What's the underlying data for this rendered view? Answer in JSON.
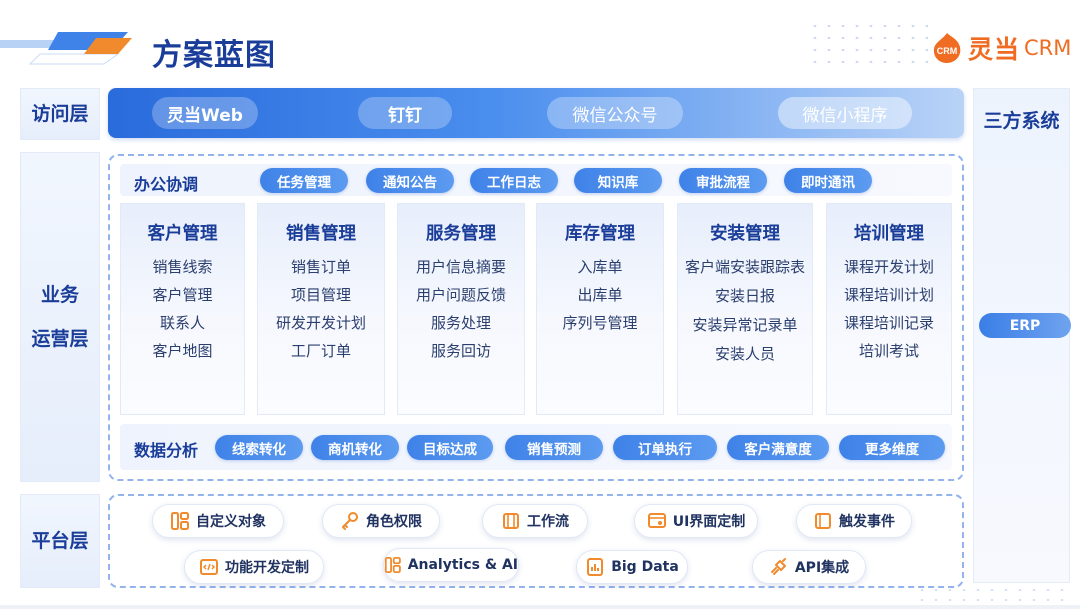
{
  "header": {
    "title": "方案蓝图",
    "logo_text": "灵当",
    "logo_suffix": "CRM",
    "logo_badge": "CRM"
  },
  "layers": {
    "access": "访问层",
    "business_line1": "业务",
    "business_line2": "运营层",
    "platform": "平台层"
  },
  "access": [
    "灵当Web",
    "钉钉",
    "微信公众号",
    "微信小程序"
  ],
  "third_party": {
    "title": "三方系统",
    "items": [
      "ERP"
    ]
  },
  "office": {
    "label": "办公协调",
    "tags": [
      "任务管理",
      "通知公告",
      "工作日志",
      "知识库",
      "审批流程",
      "即时通讯"
    ]
  },
  "modules": [
    {
      "title": "客户管理",
      "items": [
        "销售线索",
        "客户管理",
        "联系人",
        "客户地图"
      ]
    },
    {
      "title": "销售管理",
      "items": [
        "销售订单",
        "项目管理",
        "研发开发计划",
        "工厂订单"
      ]
    },
    {
      "title": "服务管理",
      "items": [
        "用户信息摘要",
        "用户问题反馈",
        "服务处理",
        "服务回访"
      ]
    },
    {
      "title": "库存管理",
      "items": [
        "入库单",
        "出库单",
        "序列号管理"
      ]
    },
    {
      "title": "安装管理",
      "items": [
        "客户端安装跟踪表",
        "安装日报",
        "安装异常记录单",
        "安装人员"
      ]
    },
    {
      "title": "培训管理",
      "items": [
        "课程开发计划",
        "课程培训计划",
        "课程培训记录",
        "培训考试"
      ]
    }
  ],
  "analytics": {
    "label": "数据分析",
    "tags": [
      "线索转化",
      "商机转化",
      "目标达成",
      "销售预测",
      "订单执行",
      "客户满意度",
      "更多维度"
    ]
  },
  "platform": [
    {
      "label": "自定义对象",
      "icon": "custom-object-icon"
    },
    {
      "label": "角色权限",
      "icon": "key-icon"
    },
    {
      "label": "工作流",
      "icon": "workflow-icon"
    },
    {
      "label": "UI界面定制",
      "icon": "ui-customize-icon"
    },
    {
      "label": "触发事件",
      "icon": "trigger-icon"
    },
    {
      "label": "功能开发定制",
      "icon": "code-icon"
    },
    {
      "label": "Analytics & AI",
      "icon": "analytics-icon"
    },
    {
      "label": "Big Data",
      "icon": "big-data-icon"
    },
    {
      "label": "API集成",
      "icon": "api-icon"
    }
  ],
  "colors": {
    "primary": "#1a3d99",
    "accent_blue": "#3f82e8",
    "brand_orange": "#ef6c22"
  }
}
